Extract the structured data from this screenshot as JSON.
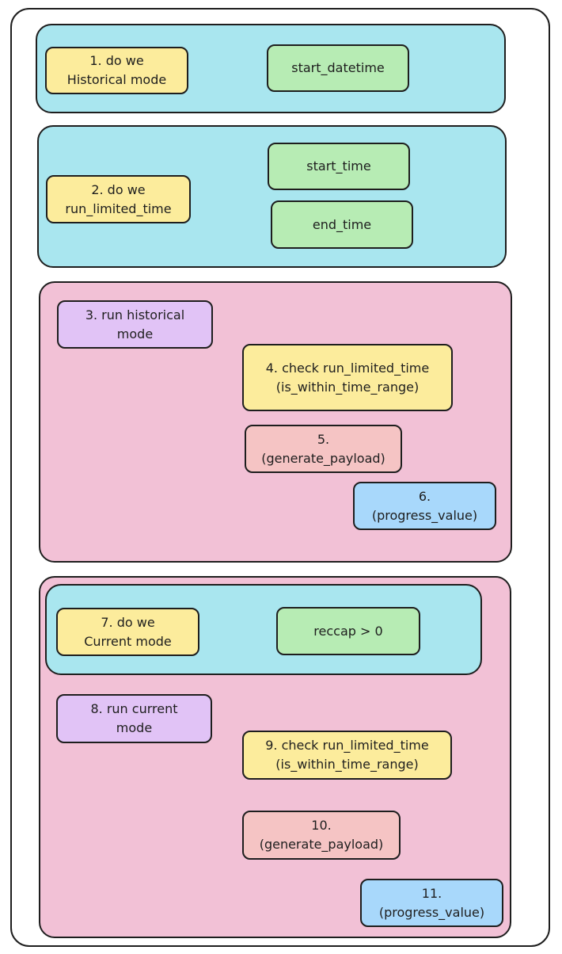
{
  "nodes": {
    "historical_mode_q": "1. do we\nHistorical mode",
    "start_datetime": "start_datetime",
    "run_limited_time_q": "2. do we\nrun_limited_time",
    "start_time": "start_time",
    "end_time": "end_time",
    "run_historical": "3. run historical\nmode",
    "check_limited_1": "4. check run_limited_time\n(is_within_time_range)",
    "generate_payload_1": "5.\n(generate_payload)",
    "progress_value_1": "6.\n(progress_value)",
    "current_mode_q": "7. do we\nCurrent mode",
    "reccap": "reccap > 0",
    "run_current": "8. run current\nmode",
    "check_limited_2": "9. check run_limited_time\n(is_within_time_range)",
    "generate_payload_2": "10.\n(generate_payload)",
    "progress_value_2": "11.\n(progress_value)"
  },
  "colors": {
    "cyan_group": "#a9e6ef",
    "pink_group": "#f2c1d6",
    "yellow_node": "#fcec9c",
    "green_node": "#b7ecb4",
    "purple_node": "#e1c3f6",
    "salmon_node": "#f5c4c4",
    "blue_node": "#a8d8fb"
  }
}
